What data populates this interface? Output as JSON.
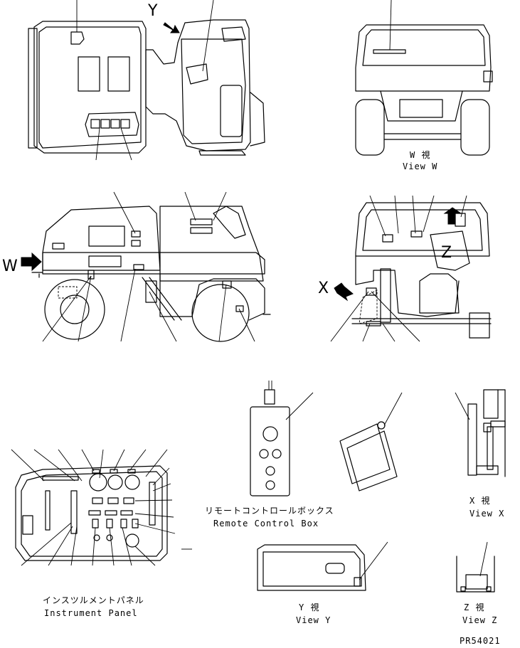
{
  "view_markers": {
    "y": "Y",
    "w": "W",
    "x": "X",
    "z": "Z"
  },
  "labels": {
    "view_w_jp": "W 視",
    "view_w_en": "View W",
    "view_x_jp": "X 視",
    "view_x_en": "View X",
    "view_y_jp": "Y 視",
    "view_y_en": "View Y",
    "view_z_jp": "Z 視",
    "view_z_en": "View Z",
    "remote_jp": "リモートコントロールボックス",
    "remote_en": "Remote Control Box",
    "panel_jp": "インスツルメントパネル",
    "panel_en": "Instrument Panel"
  },
  "part_number": "PR54021"
}
